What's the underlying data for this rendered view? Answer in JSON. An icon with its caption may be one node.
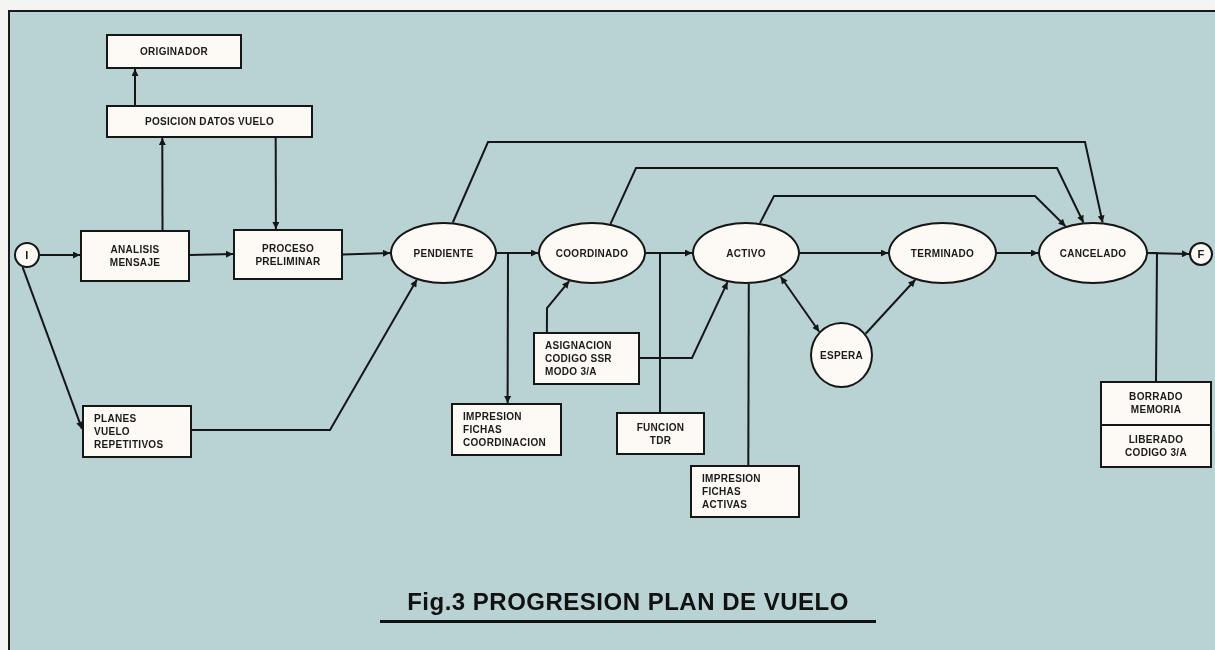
{
  "diagram": {
    "caption": "Fig.3 PROGRESION PLAN DE VUELO",
    "nodes": [
      {
        "text": [
          "I"
        ]
      },
      {
        "text": [
          "ORIGINADOR"
        ]
      },
      {
        "text": [
          "POSICION DATOS VUELO"
        ]
      },
      {
        "text": [
          "ANALISIS MENSAJE"
        ]
      },
      {
        "text": [
          "PROCESO PRELIMINAR"
        ]
      },
      {
        "text": [
          "PENDIENTE"
        ]
      },
      {
        "text": [
          "COORDINADO"
        ]
      },
      {
        "text": [
          "ACTIVO"
        ]
      },
      {
        "text": [
          "TERMINADO"
        ]
      },
      {
        "text": [
          "CANCELADO"
        ]
      },
      {
        "text": [
          "F"
        ]
      },
      {
        "text": [
          "PLANES VUELO REPETITIVOS"
        ]
      },
      {
        "text": [
          "IMPRESION FICHAS COORDINACION"
        ]
      },
      {
        "text": [
          "ASIGNACION CODIGO SSR MODO 3/A"
        ]
      },
      {
        "text": [
          "FUNCION TDR"
        ]
      },
      {
        "text": [
          "IMPRESION FICHAS ACTIVAS"
        ]
      },
      {
        "text": [
          "ESPERA"
        ]
      },
      {
        "text": [
          "BORRADO MEMORIA",
          "LIBERADO CODIGO 3/A"
        ]
      }
    ],
    "edges": [
      {
        "from": 0,
        "to": 3,
        "arrow": "to"
      },
      {
        "from": 0,
        "to": 11,
        "arrow": "to"
      },
      {
        "from": 3,
        "to": 2,
        "arrow": "to"
      },
      {
        "from": 2,
        "to": 1,
        "arrow": "to"
      },
      {
        "from": 2,
        "to": 4,
        "arrow": "to"
      },
      {
        "from": 3,
        "to": 4,
        "arrow": "to"
      },
      {
        "from": 4,
        "to": 5,
        "arrow": "to"
      },
      {
        "from": 11,
        "to": 5,
        "arrow": "to"
      },
      {
        "from": 5,
        "to": 6,
        "arrow": "to"
      },
      {
        "from": 5,
        "to": 12,
        "arrow": "to"
      },
      {
        "from": 13,
        "to": 6,
        "arrow": "to"
      },
      {
        "from": 6,
        "to": 7,
        "arrow": "to"
      },
      {
        "from": 6,
        "to": 14,
        "arrow": "none"
      },
      {
        "from": 13,
        "to": 7,
        "arrow": "to"
      },
      {
        "from": 7,
        "to": 15,
        "arrow": "none"
      },
      {
        "from": 7,
        "to": 16,
        "arrow": "both"
      },
      {
        "from": 16,
        "to": 8,
        "arrow": "to"
      },
      {
        "from": 7,
        "to": 8,
        "arrow": "to"
      },
      {
        "from": 8,
        "to": 9,
        "arrow": "to"
      },
      {
        "from": 9,
        "to": 10,
        "arrow": "to"
      },
      {
        "from": 9,
        "to": 17,
        "arrow": "none"
      },
      {
        "from": 5,
        "to": 9,
        "arrow": "to"
      },
      {
        "from": 6,
        "to": 9,
        "arrow": "to"
      },
      {
        "from": 7,
        "to": 9,
        "arrow": "to"
      }
    ]
  }
}
